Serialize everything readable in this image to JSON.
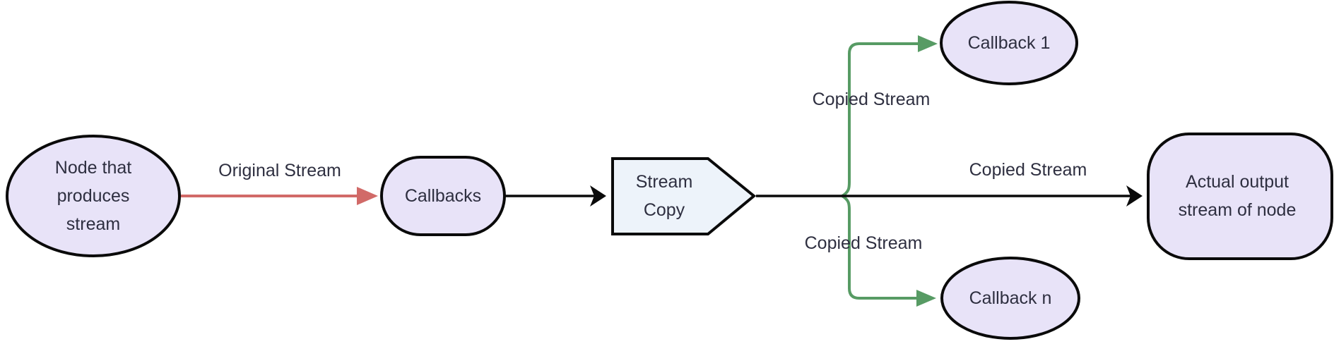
{
  "diagram": {
    "type": "flowchart",
    "background": "#ffffff",
    "nodes": {
      "producer": {
        "shape": "ellipse",
        "lines": {
          "0": "Node that",
          "1": "produces",
          "2": "stream"
        }
      },
      "callbacks": {
        "shape": "stadium",
        "label": "Callbacks"
      },
      "stream_copy": {
        "shape": "pentagon-right",
        "lines": {
          "0": "Stream",
          "1": "Copy"
        }
      },
      "callback_1": {
        "shape": "ellipse",
        "label": "Callback 1"
      },
      "callback_n": {
        "shape": "ellipse",
        "label": "Callback n"
      },
      "output": {
        "shape": "rounded-rect",
        "lines": {
          "0": "Actual output",
          "1": "stream of node"
        }
      }
    },
    "edges": {
      "original_stream": {
        "label": "Original Stream",
        "from": "producer",
        "to": "callbacks",
        "color_key": "edge_red"
      },
      "callbacks_to_copy": {
        "label": "",
        "from": "callbacks",
        "to": "stream_copy",
        "color_key": "edge_black"
      },
      "copied_top": {
        "label": "Copied Stream",
        "from": "stream_copy",
        "to": "callback_1",
        "color_key": "edge_green"
      },
      "copied_right": {
        "label": "Copied Stream",
        "from": "stream_copy",
        "to": "output",
        "color_key": "edge_black"
      },
      "copied_bottom": {
        "label": "Copied Stream",
        "from": "stream_copy",
        "to": "callback_n",
        "color_key": "edge_green"
      }
    },
    "colors": {
      "node_fill": "#e8e3f8",
      "node_stroke": "#0a0a0a",
      "pentagon_fill": "#edf3fa",
      "edge_black": "#0a0a0a",
      "edge_red": "#d16a68",
      "edge_green": "#579b64",
      "text": "#2e2f40"
    }
  }
}
